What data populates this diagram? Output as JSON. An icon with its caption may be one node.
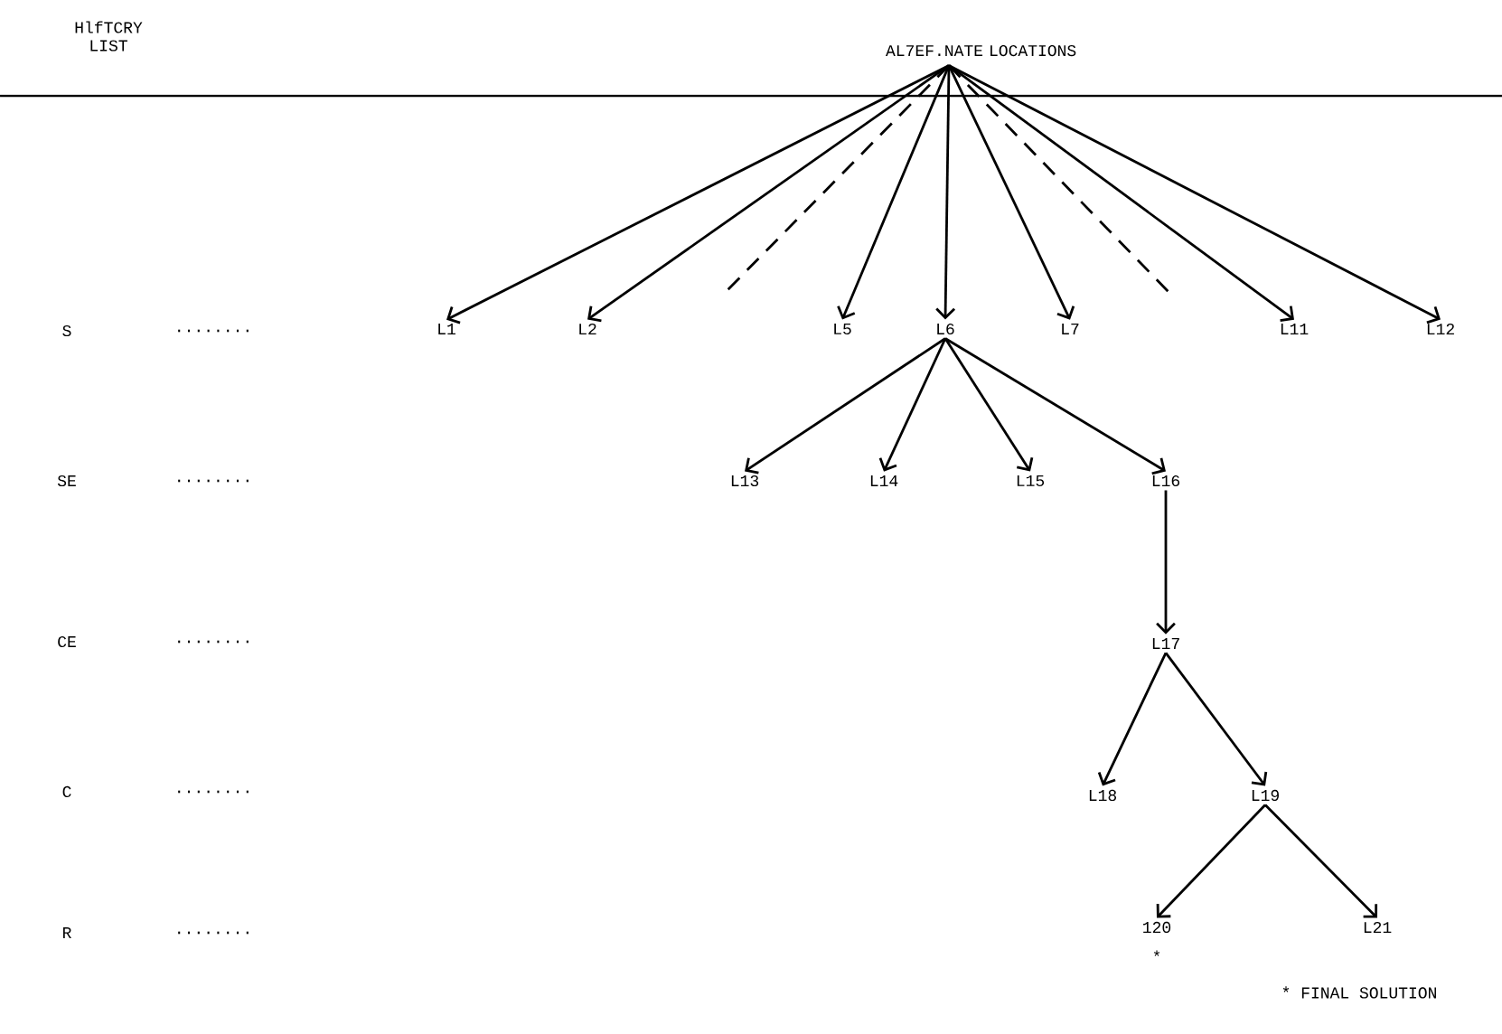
{
  "diagram": {
    "nodes": [
      {
        "text": [
          "AL7EF.NATE LOCATIONS"
        ]
      },
      {
        "text": [
          "L1"
        ]
      },
      {
        "text": [
          "L2"
        ]
      },
      {
        "text": [
          "L5"
        ]
      },
      {
        "text": [
          "L6"
        ]
      },
      {
        "text": [
          "L7"
        ]
      },
      {
        "text": [
          "L11"
        ]
      },
      {
        "text": [
          "L12"
        ]
      },
      {
        "text": [
          "L13"
        ]
      },
      {
        "text": [
          "L14"
        ]
      },
      {
        "text": [
          "L15"
        ]
      },
      {
        "text": [
          "L16"
        ]
      },
      {
        "text": [
          "L17"
        ]
      },
      {
        "text": [
          "L18"
        ]
      },
      {
        "text": [
          "L19"
        ]
      },
      {
        "text": [
          "120"
        ],
        "beside": [
          "*"
        ]
      },
      {
        "text": [
          "L21"
        ]
      }
    ],
    "edges": [
      {
        "from": 0,
        "to": 1,
        "arrow": "to"
      },
      {
        "from": 0,
        "to": 2,
        "arrow": "to"
      },
      {
        "from": 0,
        "to": null,
        "arrow": "none",
        "style": "dashed"
      },
      {
        "from": 0,
        "to": 3,
        "arrow": "to"
      },
      {
        "from": 0,
        "to": 4,
        "arrow": "to"
      },
      {
        "from": 0,
        "to": 5,
        "arrow": "to"
      },
      {
        "from": 0,
        "to": null,
        "arrow": "none",
        "style": "dashed"
      },
      {
        "from": 0,
        "to": 6,
        "arrow": "to"
      },
      {
        "from": 0,
        "to": 7,
        "arrow": "to"
      },
      {
        "from": 4,
        "to": 8,
        "arrow": "to"
      },
      {
        "from": 4,
        "to": 9,
        "arrow": "to"
      },
      {
        "from": 4,
        "to": 10,
        "arrow": "to"
      },
      {
        "from": 4,
        "to": 11,
        "arrow": "to"
      },
      {
        "from": 11,
        "to": 12,
        "arrow": "to"
      },
      {
        "from": 12,
        "to": 13,
        "arrow": "to"
      },
      {
        "from": 12,
        "to": 14,
        "arrow": "to"
      },
      {
        "from": 14,
        "to": 15,
        "arrow": "to"
      },
      {
        "from": 14,
        "to": 16,
        "arrow": "to"
      }
    ],
    "labels": [
      "HlfTCRY LIST",
      "S",
      "........",
      "SE",
      "........",
      "CE",
      "........",
      "C",
      "........",
      "R",
      "........",
      "* FINAL SOLUTION"
    ]
  }
}
